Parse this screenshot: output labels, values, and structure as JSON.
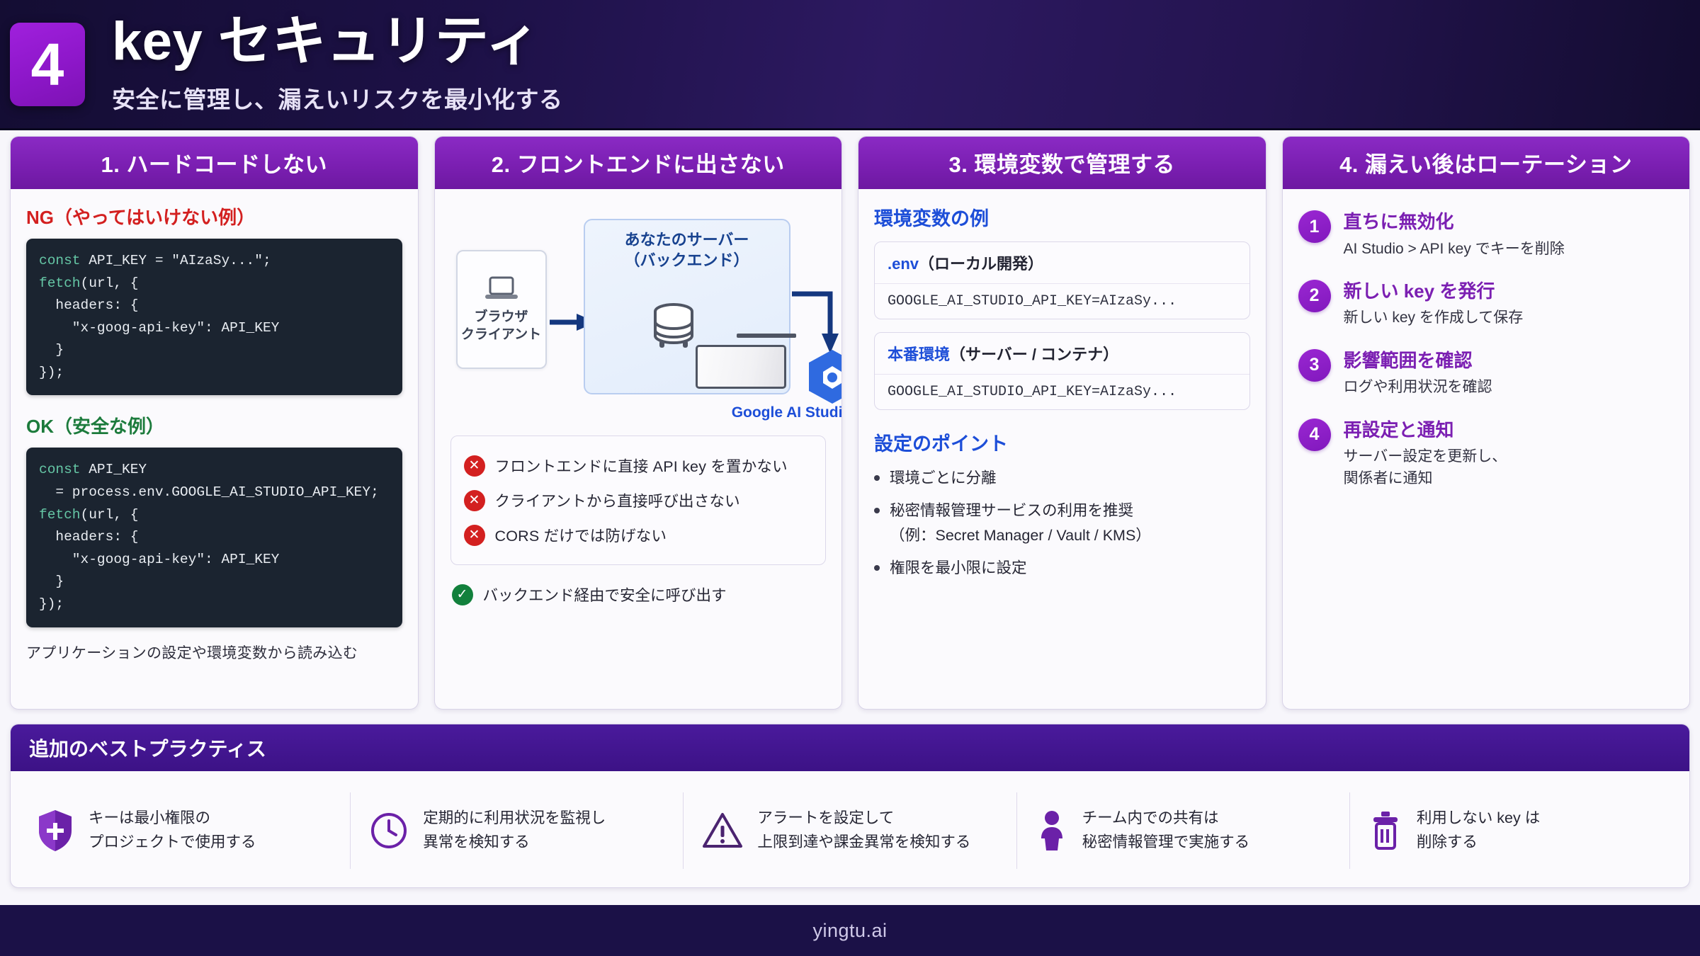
{
  "header": {
    "badge_number": "4",
    "title": "key セキュリティ",
    "subtitle": "安全に管理し、漏えいリスクを最小化する",
    "accent_color": "#8d17c9",
    "background_color": "#1d1147"
  },
  "columns": [
    {
      "header": "1. ハードコードしない",
      "ng_label": "NG（やってはいけない例）",
      "ng_code": "const API_KEY = \"AIzaSy...\";\nfetch(url, {\n  headers: {\n    \"x-goog-api-key\": API_KEY\n  }\n});",
      "ok_label": "OK（安全な例）",
      "ok_code": "const API_KEY\n  = process.env.GOOGLE_AI_STUDIO_API_KEY;\nfetch(url, {\n  headers: {\n    \"x-goog-api-key\": API_KEY\n  }\n});",
      "note": "アプリケーションの設定や環境変数から読み込む"
    },
    {
      "header": "2. フロントエンドに出さない",
      "diagram": {
        "client_label": "ブラウザ\nクライアント",
        "client_label_line1": "ブラウザ",
        "client_label_line2": "クライアント",
        "server_label_line1": "あなたのサーバー",
        "server_label_line2": "（バックエンド）",
        "api_label": "Google AI Studio API"
      },
      "bad_items": [
        "フロントエンドに直接 API key を置かない",
        "クライアントから直接呼び出さない",
        "CORS だけでは防げない"
      ],
      "good_item": "バックエンド経由で安全に呼び出す"
    },
    {
      "header": "3. 環境変数で管理する",
      "env_section_title": "環境変数の例",
      "env_cards": [
        {
          "key": ".env",
          "key_suffix": "（ローカル開発）",
          "value": "GOOGLE_AI_STUDIO_API_KEY=AIzaSy..."
        },
        {
          "key": "本番環境",
          "key_suffix": "（サーバー / コンテナ）",
          "value": "GOOGLE_AI_STUDIO_API_KEY=AIzaSy..."
        }
      ],
      "points_title": "設定のポイント",
      "points": [
        {
          "main": "環境ごとに分離",
          "sub": ""
        },
        {
          "main": "秘密情報管理サービスの利用を推奨",
          "sub": "（例：Secret Manager / Vault / KMS）"
        },
        {
          "main": "権限を最小限に設定",
          "sub": ""
        }
      ]
    },
    {
      "header": "4. 漏えい後はローテーション",
      "steps": [
        {
          "num": "1",
          "title": "直ちに無効化",
          "desc": "AI Studio > API key でキーを削除"
        },
        {
          "num": "2",
          "title": "新しい key を発行",
          "desc": "新しい key を作成して保存"
        },
        {
          "num": "3",
          "title": "影響範囲を確認",
          "desc": "ログや利用状況を確認"
        },
        {
          "num": "4",
          "title": "再設定と通知",
          "desc": "サーバー設定を更新し、\n関係者に通知",
          "desc_line1": "サーバー設定を更新し、",
          "desc_line2": "関係者に通知"
        }
      ]
    }
  ],
  "best_practices": {
    "title": "追加のベストプラクティス",
    "items": [
      {
        "icon": "shield-icon",
        "line1": "キーは最小権限の",
        "line2": "プロジェクトで使用する"
      },
      {
        "icon": "clock-icon",
        "line1": "定期的に利用状況を監視し",
        "line2": "異常を検知する"
      },
      {
        "icon": "warning-icon",
        "line1": "アラートを設定して",
        "line2": "上限到達や課金異常を検知する"
      },
      {
        "icon": "person-icon",
        "line1": "チーム内での共有は",
        "line2": "秘密情報管理で実施する"
      },
      {
        "icon": "trash-icon",
        "line1": "利用しない key は",
        "line2": "削除する"
      }
    ]
  },
  "footer": {
    "text": "yingtu.ai"
  }
}
